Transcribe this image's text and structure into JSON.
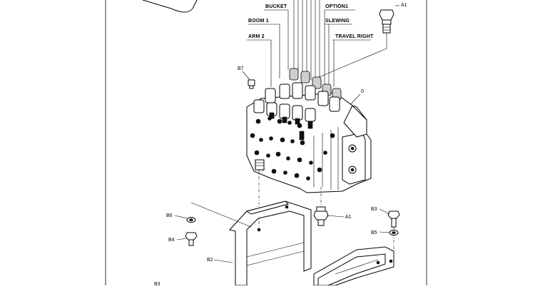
{
  "labels": {
    "bucket": "BUCKET",
    "option1": "OPTION1",
    "slewing": "SLEWING",
    "boom1": "BOOM 1",
    "arm2": "ARM 2",
    "travel_right": "TRAVEL RIGHT",
    "ref_0": "0",
    "a1_top": "A1",
    "a1_mid": "A1",
    "b7": "B7",
    "b6": "B6",
    "b4": "B4",
    "b2": "B2",
    "b3_bottom": "B3",
    "b3_right": "B3",
    "b5": "B5"
  }
}
